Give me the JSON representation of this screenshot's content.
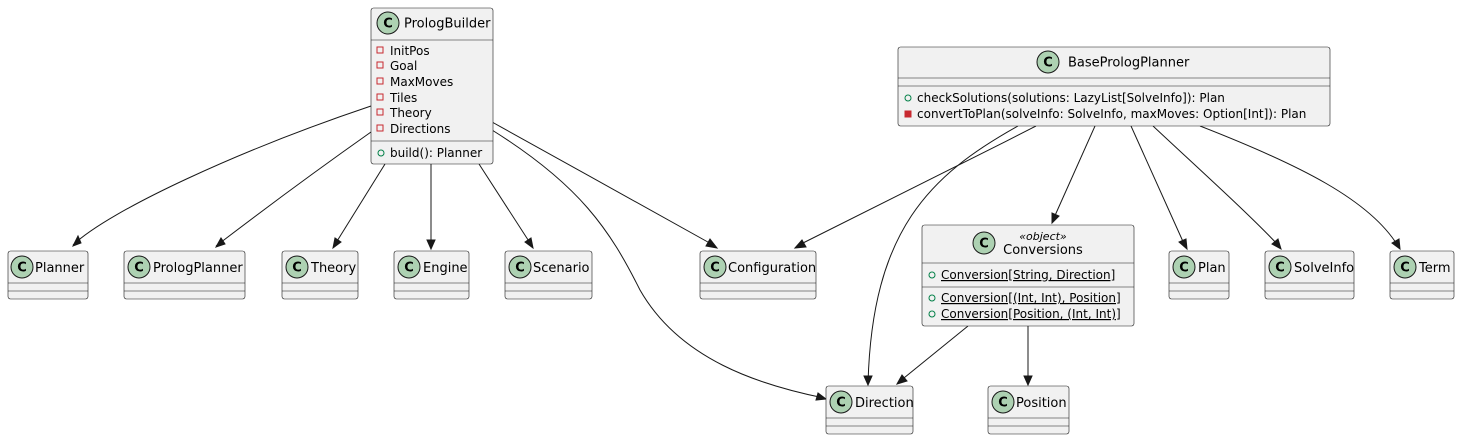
{
  "colors": {
    "class_fill": "#f1f1f1",
    "border": "#181818",
    "class_icon": "#add1b2",
    "private": "#C82930",
    "public": "#038048"
  },
  "class_icon_letter": "C",
  "classes": {
    "prolog_builder": {
      "name": "PrologBuilder",
      "fields": [
        "InitPos",
        "Goal",
        "MaxMoves",
        "Tiles",
        "Theory",
        "Directions"
      ],
      "methods": [
        "build(): Planner"
      ]
    },
    "base_prolog_planner": {
      "name": "BasePrologPlanner",
      "methods": [
        "checkSolutions(solutions: LazyList[SolveInfo]): Plan",
        "convertToPlan(solveInfo: SolveInfo, maxMoves: Option[Int]): Plan"
      ]
    },
    "conversions": {
      "stereotype": "«object»",
      "name": "Conversions",
      "fields": [
        "Conversion[String, Direction]"
      ],
      "methods": [
        "Conversion[(Int, Int), Position]",
        "Conversion[Position, (Int, Int)]"
      ]
    },
    "planner": {
      "name": "Planner"
    },
    "prolog_planner": {
      "name": "PrologPlanner"
    },
    "theory": {
      "name": "Theory"
    },
    "engine": {
      "name": "Engine"
    },
    "scenario": {
      "name": "Scenario"
    },
    "configuration": {
      "name": "Configuration"
    },
    "plan": {
      "name": "Plan"
    },
    "solve_info": {
      "name": "SolveInfo"
    },
    "term": {
      "name": "Term"
    },
    "direction": {
      "name": "Direction"
    },
    "position": {
      "name": "Position"
    }
  },
  "relations": [
    {
      "from": "PrologBuilder",
      "to": "Planner"
    },
    {
      "from": "PrologBuilder",
      "to": "PrologPlanner"
    },
    {
      "from": "PrologBuilder",
      "to": "Theory"
    },
    {
      "from": "PrologBuilder",
      "to": "Engine"
    },
    {
      "from": "PrologBuilder",
      "to": "Scenario"
    },
    {
      "from": "PrologBuilder",
      "to": "Configuration"
    },
    {
      "from": "PrologBuilder",
      "to": "Direction"
    },
    {
      "from": "BasePrologPlanner",
      "to": "Configuration"
    },
    {
      "from": "BasePrologPlanner",
      "to": "Direction"
    },
    {
      "from": "BasePrologPlanner",
      "to": "Conversions"
    },
    {
      "from": "BasePrologPlanner",
      "to": "Plan"
    },
    {
      "from": "BasePrologPlanner",
      "to": "SolveInfo"
    },
    {
      "from": "BasePrologPlanner",
      "to": "Term"
    },
    {
      "from": "Conversions",
      "to": "Direction"
    },
    {
      "from": "Conversions",
      "to": "Position"
    }
  ]
}
